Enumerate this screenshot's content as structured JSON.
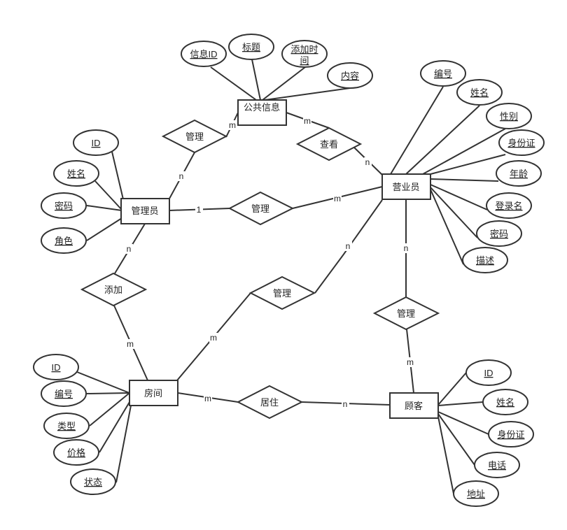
{
  "entities": {
    "public_info": "公共信息",
    "admin": "管理员",
    "clerk": "营业员",
    "room": "房间",
    "customer": "顾客"
  },
  "relationships": {
    "admin_manage_info": "管理",
    "clerk_view_info": "查看",
    "admin_manage_clerk": "管理",
    "admin_add_room": "添加",
    "clerk_manage_room": "管理",
    "clerk_manage_customer": "管理",
    "customer_live_room": "居住"
  },
  "attributes": {
    "public_info": [
      "信息ID",
      "标题",
      "添加时间",
      "内容"
    ],
    "clerk": [
      "编号",
      "姓名",
      "性别",
      "身份证",
      "年龄",
      "登录名",
      "密码",
      "描述"
    ],
    "admin": [
      "ID",
      "姓名",
      "密码",
      "角色"
    ],
    "room": [
      "ID",
      "编号",
      "类型",
      "价格",
      "状态"
    ],
    "customer": [
      "ID",
      "姓名",
      "身份证",
      "电话",
      "地址"
    ]
  },
  "cardinalities": {
    "info_admin_m": "m",
    "admin_info_n": "n",
    "info_view_m": "m",
    "view_clerk_n": "n",
    "admin_clerk_1": "1",
    "clerk_admin_m": "m",
    "admin_add_n": "n",
    "add_room_m": "m",
    "clerk_roommgr_n": "n",
    "roommgr_room_m": "m",
    "clerk_custmgr_n": "n",
    "custmgr_cust_m": "m",
    "room_live_m": "m",
    "live_cust_n": "n"
  }
}
